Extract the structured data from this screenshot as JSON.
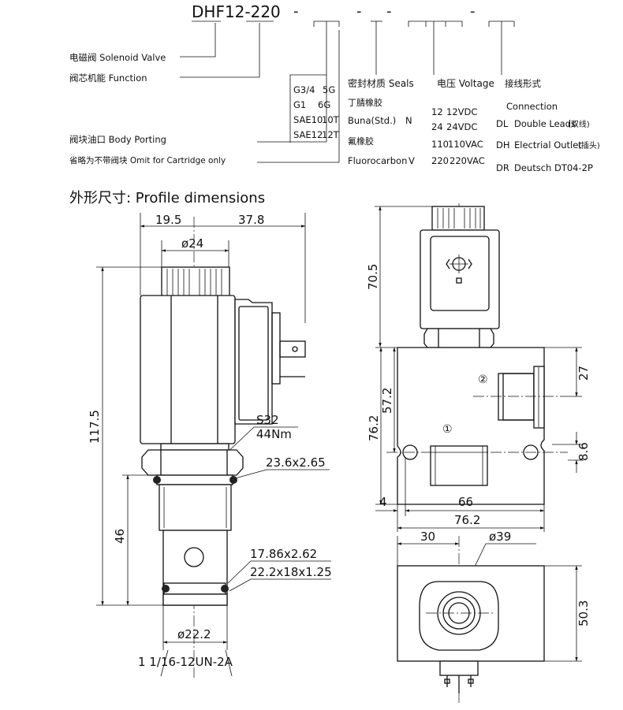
{
  "model_code": {
    "prefix": "DHF12-220",
    "separators": [
      "-",
      "-",
      "-",
      "-",
      "-"
    ]
  },
  "left_labels": {
    "solenoid_valve": "电磁阀 Solenoid Valve",
    "function": "阀芯机能 Function",
    "body_porting": "阀块油口 Body Porting",
    "omit_cartridge": "省略为不带阀块 Omit for Cartridge only"
  },
  "porting_options": [
    {
      "code": "G3/4",
      "value": "5G"
    },
    {
      "code": "G1",
      "value": "6G"
    },
    {
      "code": "SAE10",
      "value": "10T"
    },
    {
      "code": "SAE12",
      "value": "12T"
    }
  ],
  "seals": {
    "header": "密封材质 Seals",
    "options": [
      {
        "cn": "丁腈橡胶",
        "en": "Buna(Std.)",
        "code": "N"
      },
      {
        "cn": "氟橡胶",
        "en": "Fluorocarbon",
        "code": "V"
      }
    ]
  },
  "voltage": {
    "header": "电压 Voltage",
    "options": [
      {
        "code": "12",
        "label": "12VDC"
      },
      {
        "code": "24",
        "label": "24VDC"
      },
      {
        "code": "110",
        "label": "110VAC"
      },
      {
        "code": "220",
        "label": "220VAC"
      }
    ]
  },
  "connection": {
    "header": "接线形式",
    "subheader": "Connection",
    "options": [
      {
        "code": "DL",
        "label": "Double Leads",
        "cn": "(双线)"
      },
      {
        "code": "DH",
        "label": "Electrial Outlet",
        "cn": "(插头)"
      },
      {
        "code": "DR",
        "label": "Deutsch DT04-2P",
        "cn": ""
      }
    ]
  },
  "profile_title": "外形尺寸: Profile dimensions",
  "dimensions": {
    "d19_5": "19.5",
    "d37_8": "37.8",
    "d24": "ø24",
    "d117_5": "117.5",
    "s32": "S32",
    "nm44": "44Nm",
    "oring1": "23.6x2.65",
    "d46": "46",
    "oring2": "17.86x2.62",
    "oring3": "22.2x18x1.25",
    "d22_2": "ø22.2",
    "thread": "1 1/16-12UN-2A",
    "d70_5": "70.5",
    "d76_2v": "76.2",
    "d57_2": "57.2",
    "d27": "27",
    "d8_6": "8.6",
    "d4": "4",
    "d66": "66",
    "d76_2h": "76.2",
    "d30": "30",
    "d39": "ø39",
    "d50_3": "50.3"
  },
  "port_marks": {
    "p1": "①",
    "p2": "②"
  }
}
